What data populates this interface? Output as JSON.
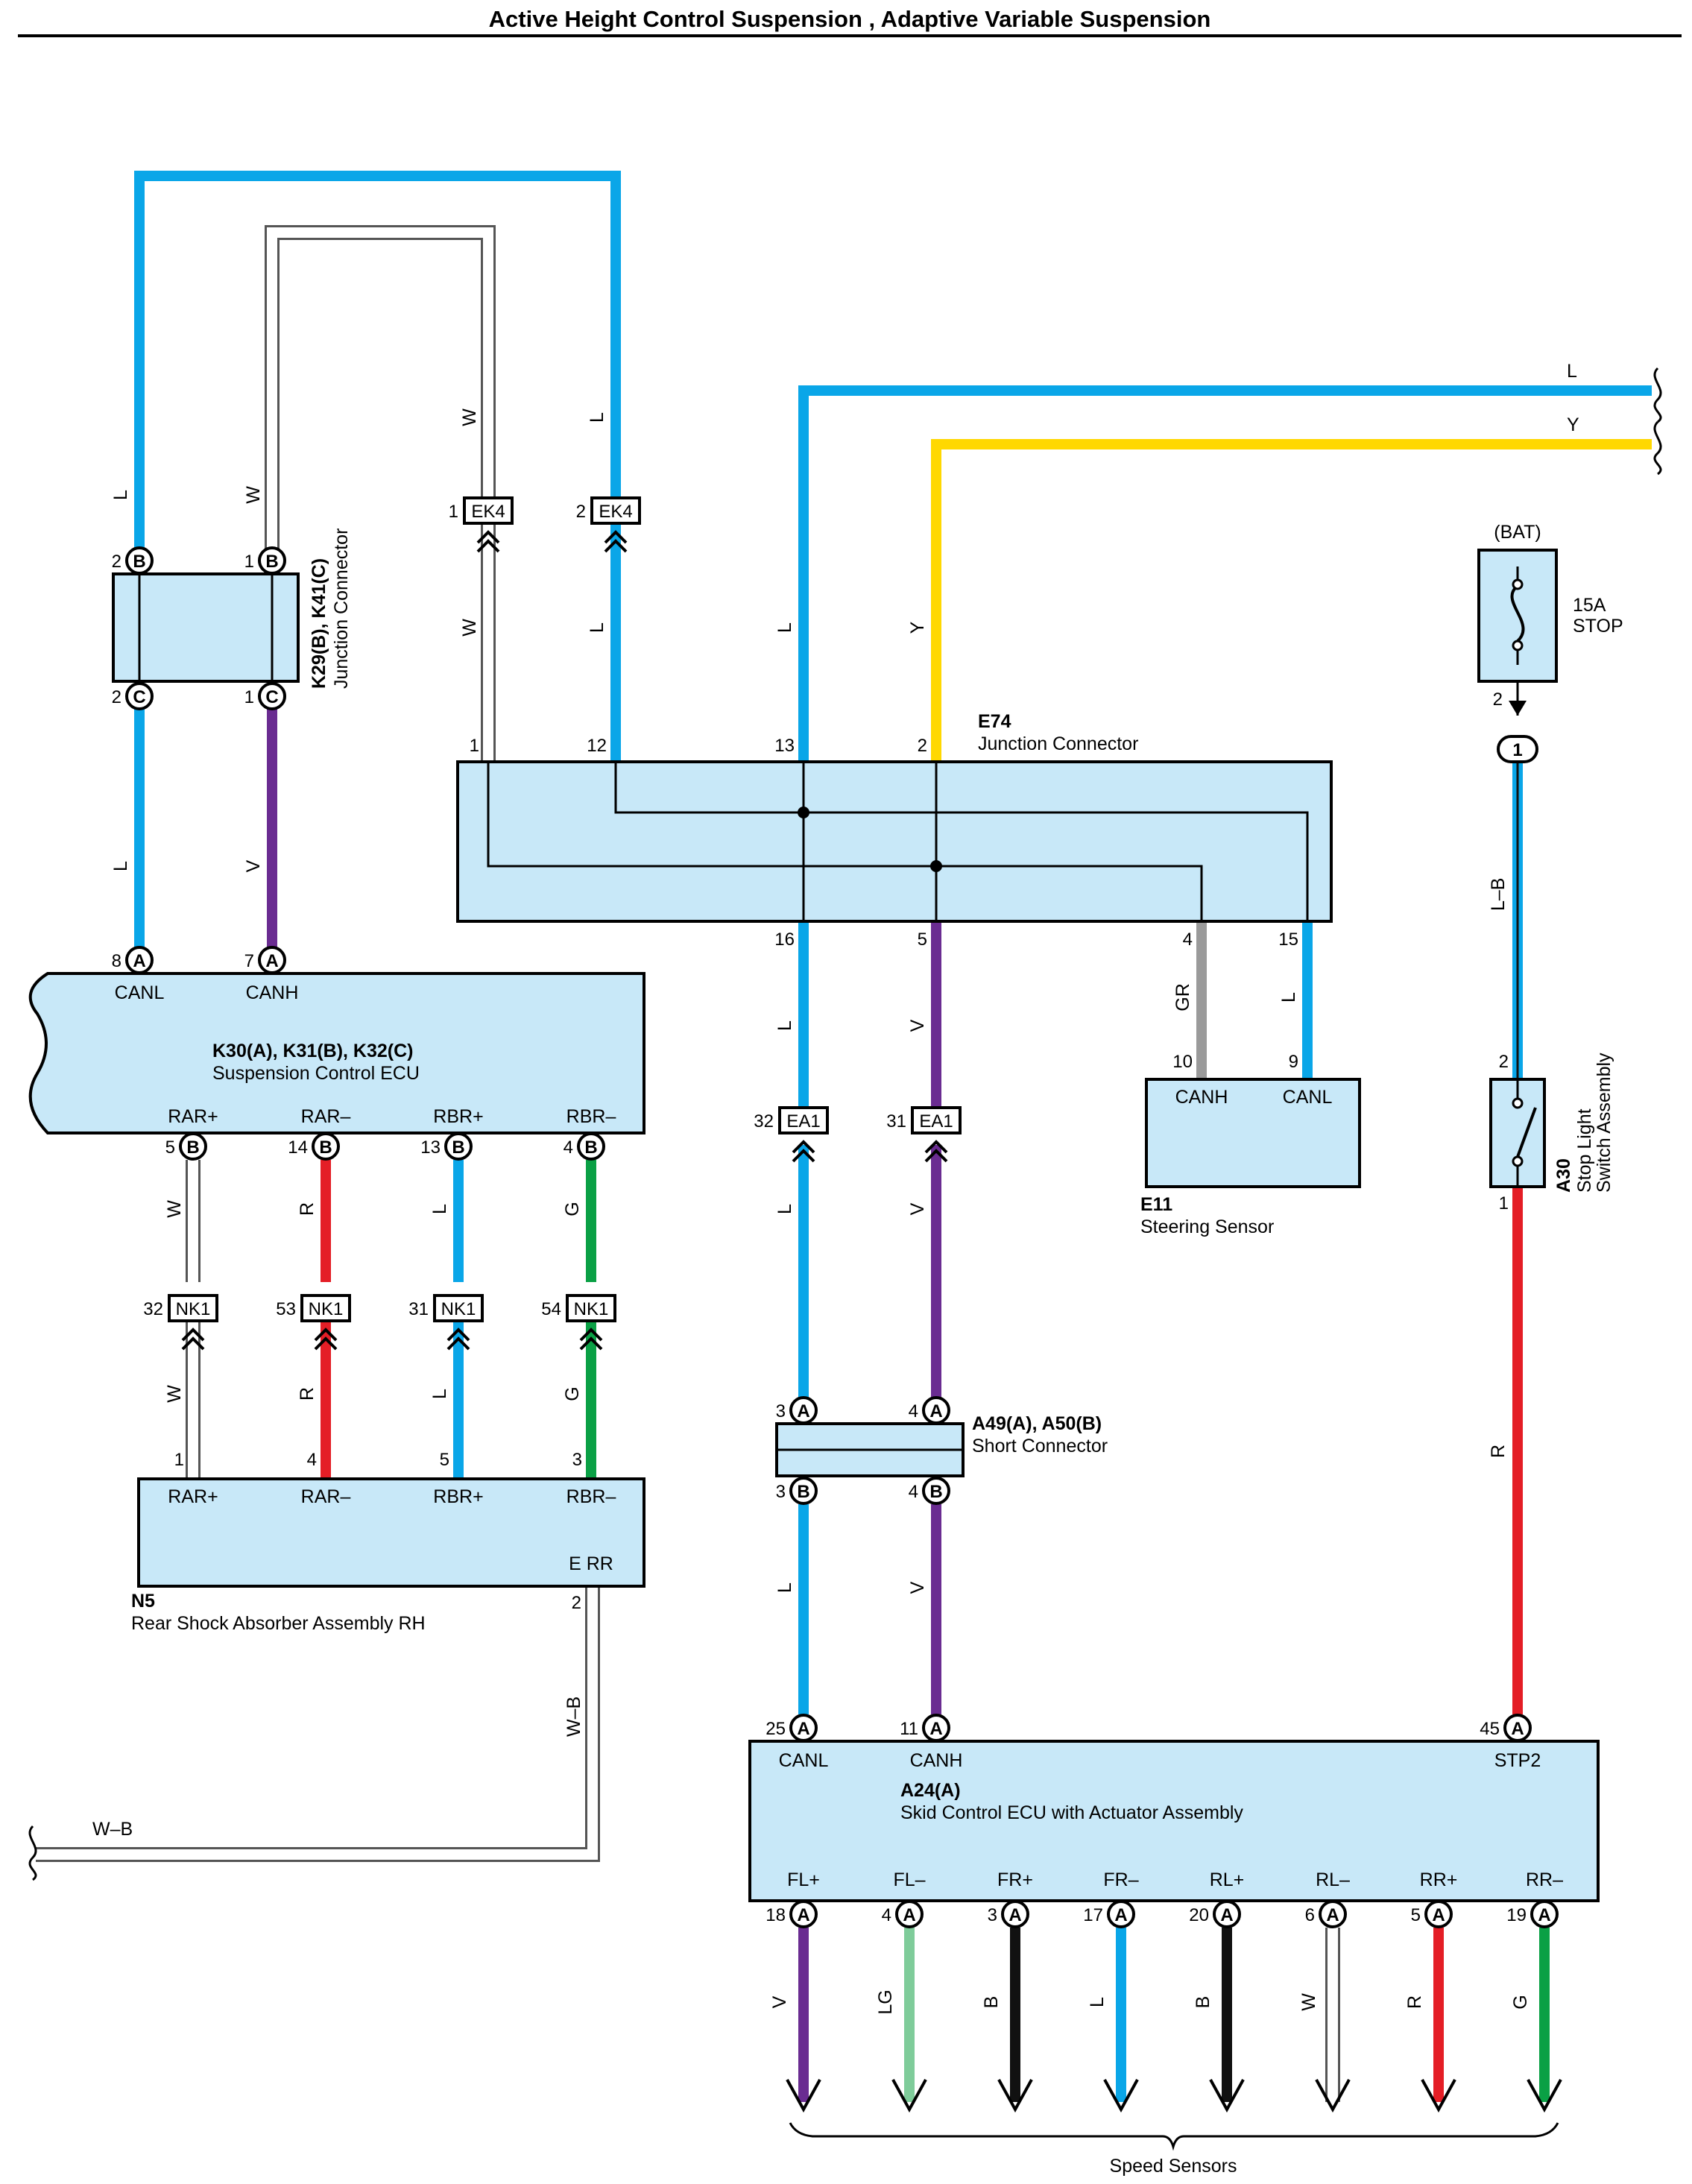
{
  "title": "Active Height Control Suspension , Adaptive Variable Suspension",
  "colors": {
    "L": "#0aa6e8",
    "Y": "#ffd800",
    "V": "#6a2c91",
    "R": "#e41e26",
    "G": "#0aa045",
    "GR": "#9a9a9a",
    "LG": "#7fcc9a",
    "B": "#111111",
    "W": "#ffffff",
    "box_fill": "#c8e8f8"
  },
  "components": {
    "k29": {
      "code": "K29(B), K41(C)",
      "name": "Junction Connector"
    },
    "e74": {
      "code": "E74",
      "name": "Junction Connector"
    },
    "k30": {
      "code": "K30(A), K31(B), K32(C)",
      "name": "Suspension Control ECU",
      "terms_top": [
        "CANL",
        "CANH"
      ],
      "terms_bottom": [
        "RAR+",
        "RAR–",
        "RBR+",
        "RBR–"
      ]
    },
    "e11": {
      "code": "E11",
      "name": "Steering Sensor",
      "terms": [
        "CANH",
        "CANL"
      ]
    },
    "a30": {
      "code": "A30",
      "name1": "Stop Light",
      "name2": "Switch Assembly"
    },
    "fuse": {
      "source": "(BAT)",
      "rating": "15A",
      "name": "STOP"
    },
    "n5": {
      "code": "N5",
      "name": "Rear Shock Absorber Assembly RH",
      "terms": [
        "RAR+",
        "RAR–",
        "RBR+",
        "RBR–"
      ],
      "ground_term": "E RR"
    },
    "a49": {
      "code": "A49(A), A50(B)",
      "name": "Short Connector"
    },
    "a24": {
      "code": "A24(A)",
      "name": "Skid Control ECU with Actuator Assembly",
      "terms_top": [
        "CANL",
        "CANH",
        "STP2"
      ],
      "terms_bottom": [
        "FL+",
        "FL–",
        "FR+",
        "FR–",
        "RL+",
        "RL–",
        "RR+",
        "RR–"
      ]
    },
    "speed": {
      "name": "Speed Sensors"
    }
  },
  "connectors": {
    "ek4": "EK4",
    "ea1": "EA1",
    "nk1": "NK1"
  },
  "pins": {
    "k29_top": [
      {
        "num": "2",
        "letter": "B"
      },
      {
        "num": "1",
        "letter": "B"
      }
    ],
    "k29_bottom": [
      {
        "num": "2",
        "letter": "C"
      },
      {
        "num": "1",
        "letter": "C"
      }
    ],
    "k30_top": [
      {
        "num": "8",
        "letter": "A"
      },
      {
        "num": "7",
        "letter": "A"
      }
    ],
    "k30_bottom": [
      {
        "num": "5",
        "letter": "B"
      },
      {
        "num": "14",
        "letter": "B"
      },
      {
        "num": "13",
        "letter": "B"
      },
      {
        "num": "4",
        "letter": "B"
      }
    ],
    "ek4": [
      "1",
      "2"
    ],
    "e74_top": [
      "1",
      "12",
      "13",
      "2"
    ],
    "e74_bottom": [
      "16",
      "5",
      "4",
      "15"
    ],
    "e11": [
      "10",
      "9"
    ],
    "ea1": [
      "32",
      "31"
    ],
    "nk1": [
      "32",
      "53",
      "31",
      "54"
    ],
    "n5": [
      "1",
      "4",
      "5",
      "3"
    ],
    "n5_ground": "2",
    "a49_top": [
      {
        "num": "3",
        "letter": "A"
      },
      {
        "num": "4",
        "letter": "A"
      }
    ],
    "a49_bottom": [
      {
        "num": "3",
        "letter": "B"
      },
      {
        "num": "4",
        "letter": "B"
      }
    ],
    "a24_top": [
      {
        "num": "25",
        "letter": "A"
      },
      {
        "num": "11",
        "letter": "A"
      },
      {
        "num": "45",
        "letter": "A"
      }
    ],
    "a24_bottom": [
      {
        "num": "18",
        "letter": "A"
      },
      {
        "num": "4",
        "letter": "A"
      },
      {
        "num": "3",
        "letter": "A"
      },
      {
        "num": "17",
        "letter": "A"
      },
      {
        "num": "20",
        "letter": "A"
      },
      {
        "num": "6",
        "letter": "A"
      },
      {
        "num": "5",
        "letter": "A"
      },
      {
        "num": "19",
        "letter": "A"
      }
    ],
    "fuse_out": "2",
    "a30_in": "1",
    "a30_top": "2",
    "a30_bottom": "1"
  },
  "wire_labels": {
    "top_l": "L",
    "top_y": "Y",
    "k29_left": [
      "L",
      "W"
    ],
    "k29_bottom": [
      "L",
      "V"
    ],
    "ek4_upper": [
      "W",
      "L"
    ],
    "ek4_lower": [
      "W",
      "L"
    ],
    "e74_upper": [
      "L",
      "Y"
    ],
    "e74_lower": [
      "L",
      "V",
      "GR",
      "L"
    ],
    "ea1_lower": [
      "L",
      "V"
    ],
    "a49_lower": [
      "L",
      "V"
    ],
    "k30_down": [
      "W",
      "R",
      "L",
      "G"
    ],
    "nk1_down": [
      "W",
      "R",
      "L",
      "G"
    ],
    "ground": [
      "W–B",
      "W–B"
    ],
    "stop": [
      "L–B",
      "R"
    ],
    "speed": [
      "V",
      "LG",
      "B",
      "L",
      "B",
      "W",
      "R",
      "G"
    ]
  }
}
